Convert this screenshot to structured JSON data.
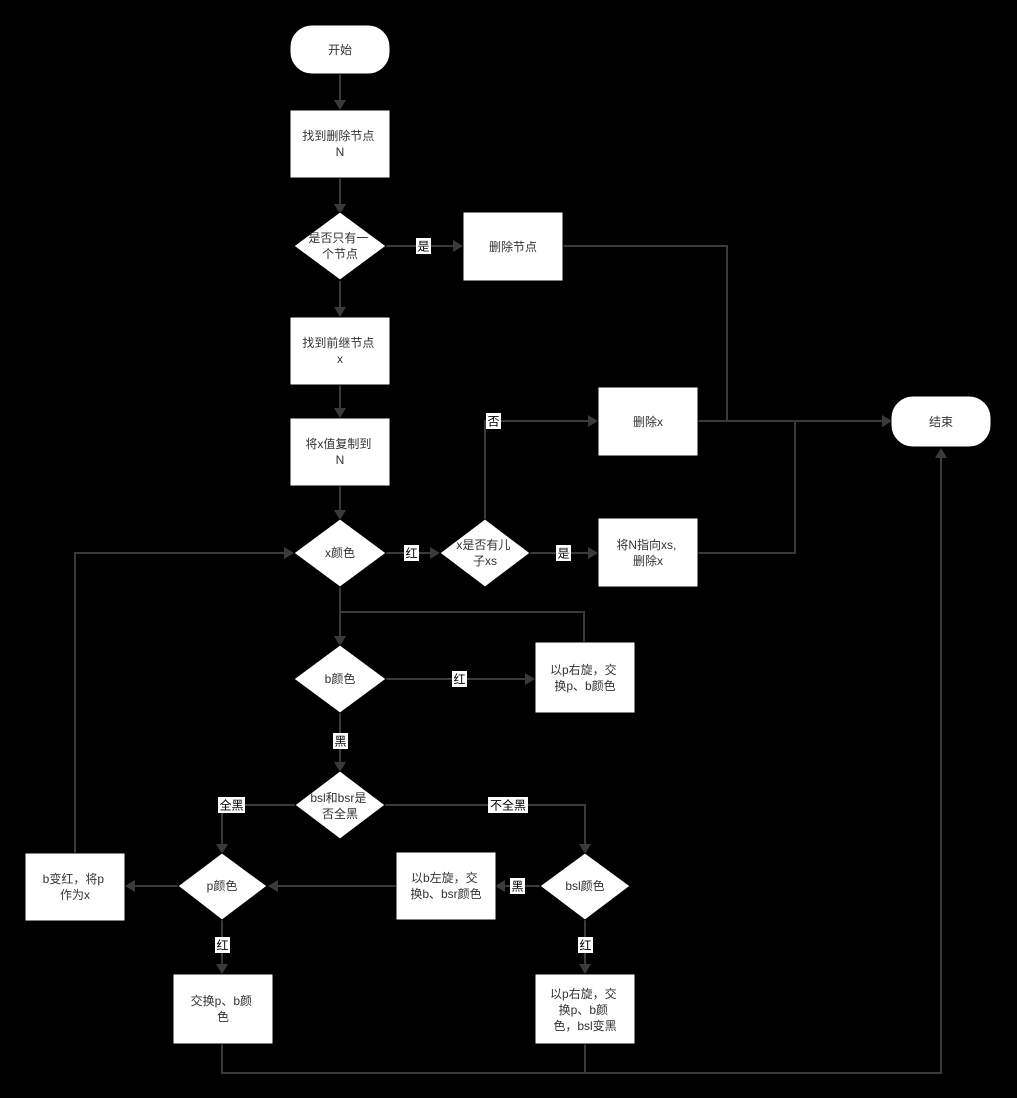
{
  "nodes": {
    "start": [
      "开始"
    ],
    "find_n": [
      "找到删除节点",
      "N"
    ],
    "only_one": [
      "是否只有一",
      "个节点"
    ],
    "delete_node": [
      "删除节点"
    ],
    "find_pred": [
      "找到前继节点",
      "x"
    ],
    "copy_x": [
      "将x值复制到",
      "N"
    ],
    "x_color": [
      "x颜色"
    ],
    "x_has_child": [
      "x是否有儿",
      "子xs"
    ],
    "delete_x": [
      "删除x"
    ],
    "point_n_xs": [
      "将N指向xs,",
      "删除x"
    ],
    "end": [
      "结束"
    ],
    "b_color": [
      "b颜色"
    ],
    "rotate_right_1": [
      "以p右旋，交",
      "换p、b颜色"
    ],
    "bsl_bsr": [
      "bsl和bsr是",
      "否全黑"
    ],
    "p_color": [
      "p颜色"
    ],
    "b_red_p_x": [
      "b变红，将p",
      "作为x"
    ],
    "rotate_left": [
      "以b左旋，交",
      "换b、bsr颜色"
    ],
    "bsl_color": [
      "bsl颜色"
    ],
    "swap_pb": [
      "交换p、b颜",
      "色"
    ],
    "rotate_right_2": [
      "以p右旋，交",
      "换p、b颜",
      "色，bsl变黑"
    ]
  },
  "edge_labels": {
    "yes_1": "是",
    "red_1": "红",
    "no_1": "否",
    "yes_2": "是",
    "red_2": "红",
    "black_1": "黑",
    "all_black": "全黑",
    "not_all_black": "不全黑",
    "black_2": "黑",
    "red_3": "红",
    "red_4": "红"
  }
}
